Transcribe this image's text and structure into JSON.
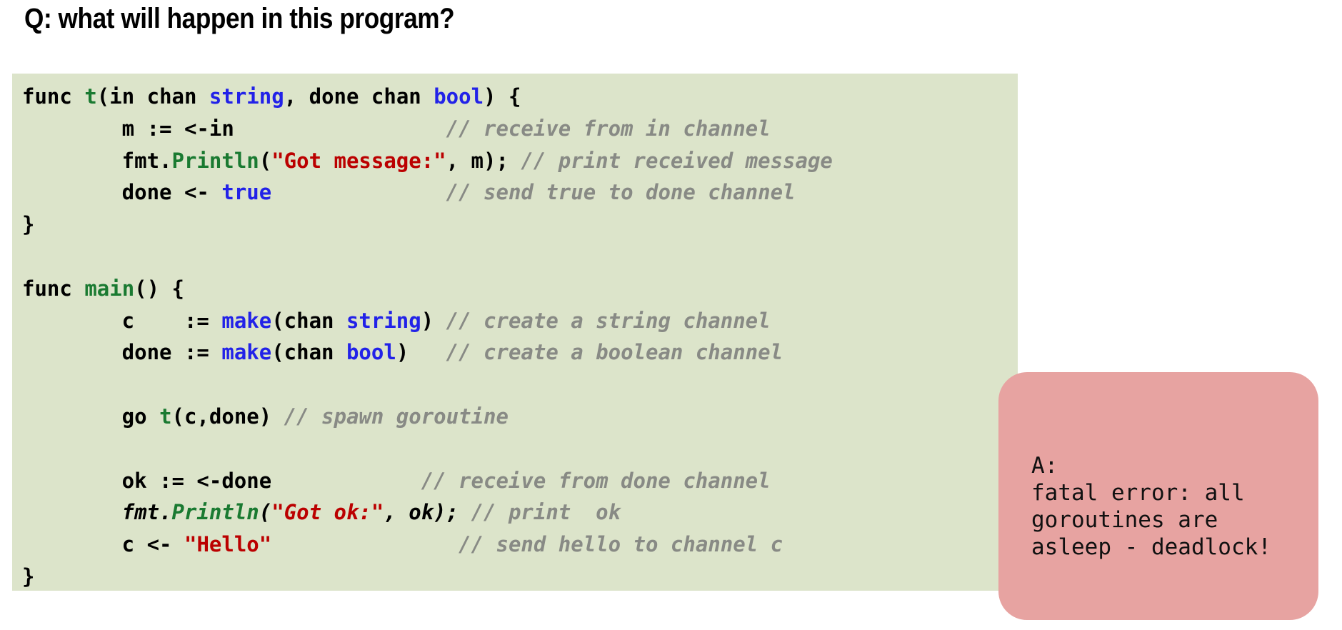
{
  "slide": {
    "title": "Q: what will happen in this program?"
  },
  "code": {
    "language": "go",
    "background_color": "#dce4ca",
    "colors": {
      "function": "#1a7a31",
      "keyword": "#2222e8",
      "string": "#bb0000",
      "comment": "#888a85",
      "plain": "#000000"
    },
    "lines": [
      {
        "id": "line-1",
        "tokens": [
          {
            "t": "func ",
            "c": "plain"
          },
          {
            "t": "t",
            "c": "function"
          },
          {
            "t": "(in chan ",
            "c": "plain"
          },
          {
            "t": "string",
            "c": "keyword"
          },
          {
            "t": ", done chan ",
            "c": "plain"
          },
          {
            "t": "bool",
            "c": "keyword"
          },
          {
            "t": ") {",
            "c": "plain"
          }
        ]
      },
      {
        "id": "line-2",
        "tokens": [
          {
            "t": "        m := <-in                 ",
            "c": "plain"
          },
          {
            "t": "// receive from in channel",
            "c": "comment"
          }
        ]
      },
      {
        "id": "line-3",
        "tokens": [
          {
            "t": "        fmt.",
            "c": "plain"
          },
          {
            "t": "Println",
            "c": "function"
          },
          {
            "t": "(",
            "c": "plain"
          },
          {
            "t": "\"Got message:\"",
            "c": "string"
          },
          {
            "t": ", m); ",
            "c": "plain"
          },
          {
            "t": "// print received message",
            "c": "comment"
          }
        ]
      },
      {
        "id": "line-4",
        "tokens": [
          {
            "t": "        done <- ",
            "c": "plain"
          },
          {
            "t": "true",
            "c": "keyword"
          },
          {
            "t": "              ",
            "c": "plain"
          },
          {
            "t": "// send true to done channel",
            "c": "comment"
          }
        ]
      },
      {
        "id": "line-5",
        "tokens": [
          {
            "t": "}",
            "c": "plain"
          }
        ]
      },
      {
        "id": "line-6",
        "tokens": [
          {
            "t": " ",
            "c": "plain"
          }
        ]
      },
      {
        "id": "line-7",
        "tokens": [
          {
            "t": "func ",
            "c": "plain"
          },
          {
            "t": "main",
            "c": "function"
          },
          {
            "t": "() {",
            "c": "plain"
          }
        ]
      },
      {
        "id": "line-8",
        "tokens": [
          {
            "t": "        c    := ",
            "c": "plain"
          },
          {
            "t": "make",
            "c": "keyword"
          },
          {
            "t": "(chan ",
            "c": "plain"
          },
          {
            "t": "string",
            "c": "keyword"
          },
          {
            "t": ") ",
            "c": "plain"
          },
          {
            "t": "// create a string channel",
            "c": "comment"
          }
        ]
      },
      {
        "id": "line-9",
        "tokens": [
          {
            "t": "        done := ",
            "c": "plain"
          },
          {
            "t": "make",
            "c": "keyword"
          },
          {
            "t": "(chan ",
            "c": "plain"
          },
          {
            "t": "bool",
            "c": "keyword"
          },
          {
            "t": ")   ",
            "c": "plain"
          },
          {
            "t": "// create a boolean channel",
            "c": "comment"
          }
        ]
      },
      {
        "id": "line-10",
        "tokens": [
          {
            "t": " ",
            "c": "plain"
          }
        ]
      },
      {
        "id": "line-11",
        "tokens": [
          {
            "t": "        go ",
            "c": "plain"
          },
          {
            "t": "t",
            "c": "function"
          },
          {
            "t": "(c,done) ",
            "c": "plain"
          },
          {
            "t": "// spawn goroutine",
            "c": "comment"
          }
        ]
      },
      {
        "id": "line-12",
        "tokens": [
          {
            "t": " ",
            "c": "plain"
          }
        ]
      },
      {
        "id": "line-13",
        "tokens": [
          {
            "t": "        ok := <-done            ",
            "c": "plain"
          },
          {
            "t": "// receive from done channel",
            "c": "comment"
          }
        ]
      },
      {
        "id": "line-14",
        "italic": true,
        "tokens": [
          {
            "t": "        fmt.",
            "c": "plain"
          },
          {
            "t": "Println",
            "c": "function"
          },
          {
            "t": "(",
            "c": "plain"
          },
          {
            "t": "\"Got ok:\"",
            "c": "string"
          },
          {
            "t": ", ok); ",
            "c": "plain"
          },
          {
            "t": "// print  ok",
            "c": "comment"
          }
        ]
      },
      {
        "id": "line-15",
        "tokens": [
          {
            "t": "        c <- ",
            "c": "plain"
          },
          {
            "t": "\"Hello\"",
            "c": "string"
          },
          {
            "t": "               ",
            "c": "plain"
          },
          {
            "t": "// send hello to channel c",
            "c": "comment"
          }
        ]
      },
      {
        "id": "line-16",
        "tokens": [
          {
            "t": "}",
            "c": "plain"
          }
        ]
      }
    ]
  },
  "answer": {
    "background_color": "#e7a3a1",
    "lines": [
      "A:",
      "fatal error: all",
      "goroutines are",
      "asleep - deadlock!"
    ]
  }
}
